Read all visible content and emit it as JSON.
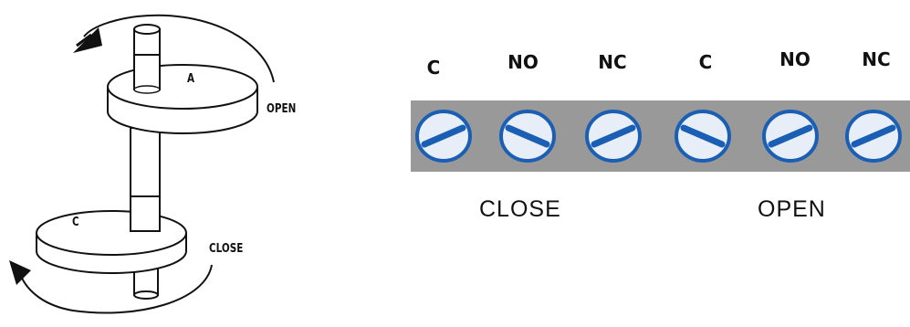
{
  "cam_diagram": {
    "upper_cam_label": "A",
    "lower_cam_label": "C",
    "open_label": "OPEN",
    "close_label": "CLOSE"
  },
  "terminal_block": {
    "terminals": [
      {
        "label": "C",
        "slot": "up-right"
      },
      {
        "label": "NO",
        "slot": "down-right"
      },
      {
        "label": "NC",
        "slot": "up-right"
      },
      {
        "label": "C",
        "slot": "down-right"
      },
      {
        "label": "NO",
        "slot": "up-right"
      },
      {
        "label": "NC",
        "slot": "up-right"
      }
    ],
    "group_close": "CLOSE",
    "group_open": "OPEN"
  },
  "colors": {
    "strip": "#999999",
    "screw_fill": "#e8eef8",
    "screw_ring": "#1a5fb4",
    "slot": "#1a5fb4"
  }
}
